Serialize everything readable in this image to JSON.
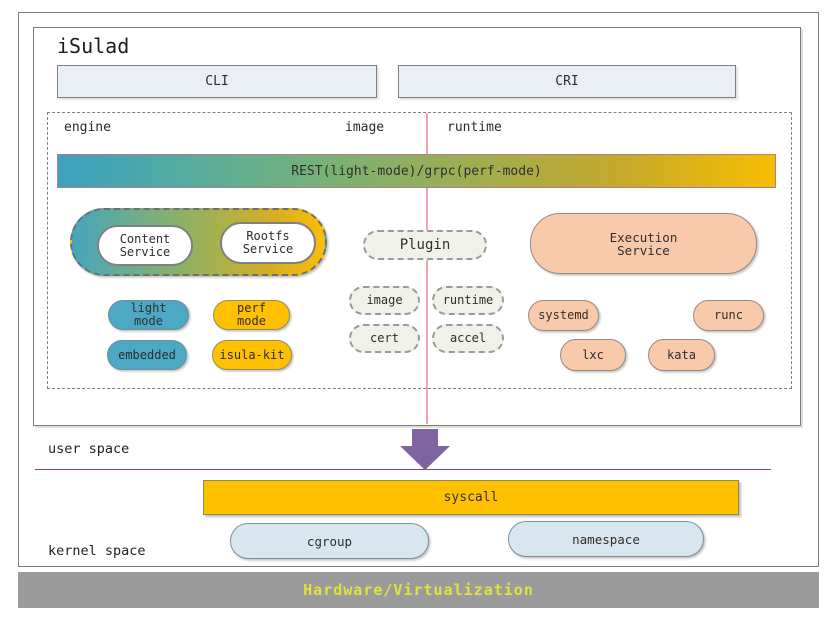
{
  "colors": {
    "teal": "#4BA9C4",
    "yellow": "#FFC000",
    "salmon": "#F9C9AC",
    "light_blue": "#D8E6EF",
    "top_box_fill": "#E9EFF4",
    "plugin_fill": "#F0F2E9",
    "purple_arrow": "#8064A2",
    "pink_divider": "#F2A3B5",
    "red_divider": "#A04A50",
    "hardware_bar": "#9B9B9B",
    "hardware_text": "#E2E23C"
  },
  "header": {
    "title": "iSulad",
    "cli": "CLI",
    "cri": "CRI"
  },
  "sections": {
    "engine": "engine",
    "image": "image",
    "runtime": "runtime"
  },
  "rest_bar": {
    "label": "REST(light-mode)/grpc(perf-mode)"
  },
  "engine_group": {
    "services": [
      "Content\nService",
      "Rootfs\nService"
    ],
    "pills": [
      "light\nmode",
      "perf\nmode",
      "embedded",
      "isula-kit"
    ]
  },
  "image_group": {
    "plugin": "Plugin",
    "pills": [
      "image",
      "runtime",
      "cert",
      "accel"
    ]
  },
  "runtime_group": {
    "service": "Execution\nService",
    "pills": [
      "systemd",
      "runc",
      "lxc",
      "kata"
    ]
  },
  "spaces": {
    "user": "user space",
    "kernel": "kernel space"
  },
  "kernel": {
    "syscall": "syscall",
    "pills": [
      "cgroup",
      "namespace"
    ]
  },
  "hardware": {
    "label": "Hardware/Virtualization"
  }
}
